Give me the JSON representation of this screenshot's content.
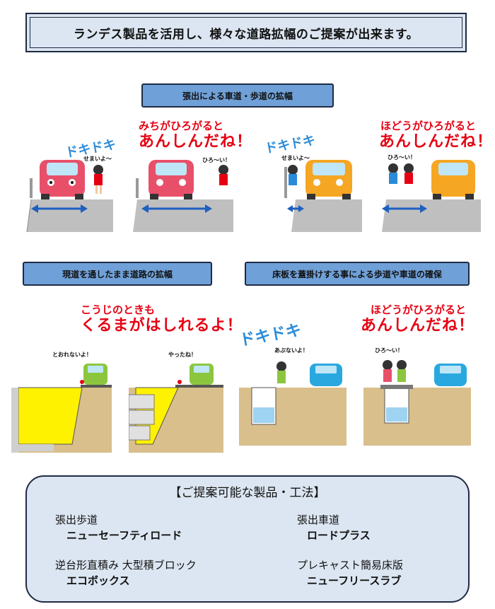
{
  "header": {
    "title": "ランデス製品を活用し、様々な道路拡幅のご提案が出来ます。"
  },
  "sections": {
    "overhang": "張出による車道・歩道の拡幅",
    "keep_road": "現道を通したまま道路の拡幅",
    "slab": "床板を蓋掛けする事による歩道や車道の確保"
  },
  "row1": {
    "doki_a": "ドキドキ",
    "bubble_narrow_a": "せまいよ〜",
    "caption_a_line1": "みちがひろがると",
    "caption_a_line2": "あんしんだね！",
    "bubble_wide_a": "ひろ〜い！",
    "doki_b": "ドキドキ",
    "bubble_narrow_b": "せまいよ〜",
    "caption_b_line1": "ほどうがひろがると",
    "caption_b_line2": "あんしんだね！",
    "bubble_wide_b": "ひろ〜い！"
  },
  "row2": {
    "caption_c_line1": "こうじのときも",
    "caption_c_line2": "くるまがはしれるよ！",
    "bubble_c1": "とおれないよ！",
    "bubble_c2": "やったね！",
    "doki_d": "ドキドキ",
    "caption_d_line1": "ほどうがひろがると",
    "caption_d_line2": "あんしんだね！",
    "bubble_d1": "あぶないよ！",
    "bubble_d2": "ひろ〜い！"
  },
  "proposal": {
    "title": "【ご提案可能な製品・工法】",
    "items": [
      {
        "category": "張出歩道",
        "product": "ニューセーフティロード"
      },
      {
        "category": "張出車道",
        "product": "ロードプラス"
      },
      {
        "category": "逆台形直積み 大型積ブロック",
        "product": "エコボックス"
      },
      {
        "category": "プレキャスト簡易床版",
        "product": "ニューフリースラブ"
      }
    ]
  },
  "colors": {
    "banner_bg": "#dce6f2",
    "label_bg": "#6fa0d8",
    "caption_red": "#e60012",
    "doki_blue": "#2b8bd8",
    "car_pink": "#e8506a",
    "car_orange": "#f5a623",
    "car_green": "#8cc63f",
    "car_blue": "#29a8e0",
    "soil": "#d9bf8c",
    "yellow_fill": "#fff200",
    "arrow_blue": "#1f5fbf"
  }
}
